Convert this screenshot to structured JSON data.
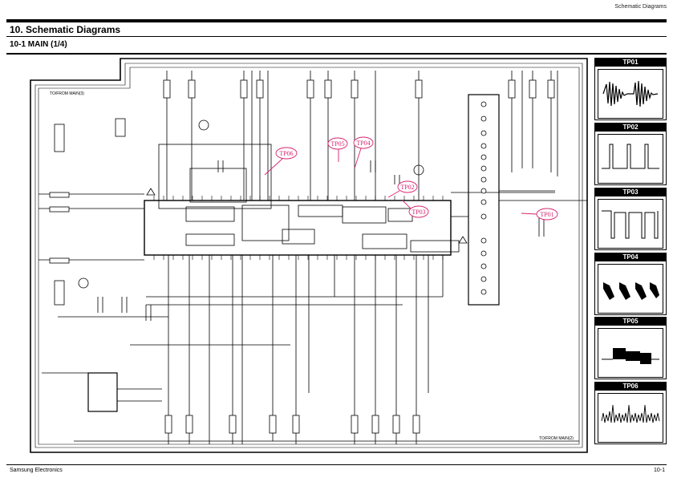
{
  "header": {
    "running_head": "Schematic Diagrams"
  },
  "chapter": {
    "title": "10. Schematic Diagrams"
  },
  "section": {
    "title": "10-1 MAIN (1/4)"
  },
  "schematic": {
    "connector_top": "TO/FROM MAIN(3)",
    "connector_bottom": "TO/FROM MAIN(2)",
    "markers": [
      "TP06",
      "TP05",
      "TP04",
      "TP02",
      "TP03",
      "TP01"
    ]
  },
  "test_points": [
    {
      "label": "TP01"
    },
    {
      "label": "TP02"
    },
    {
      "label": "TP03"
    },
    {
      "label": "TP04"
    },
    {
      "label": "TP05"
    },
    {
      "label": "TP06"
    }
  ],
  "footer": {
    "brand": "Samsung Electronics",
    "page": "10-1"
  },
  "colors": {
    "marker": "#d6246f",
    "ink": "#000000"
  }
}
